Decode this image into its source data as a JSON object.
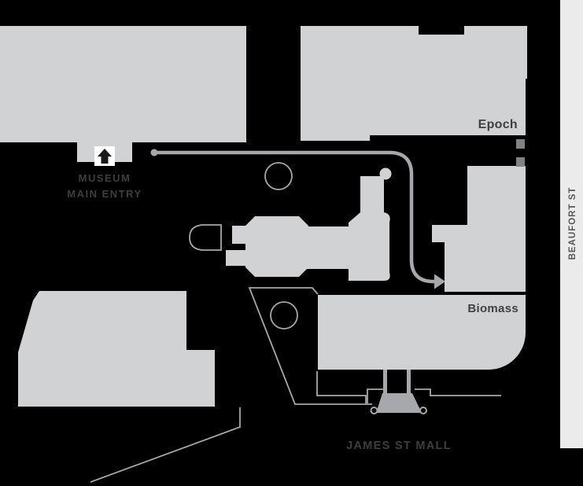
{
  "map": {
    "description": "Museum precinct wayfinding map",
    "labels": {
      "museum_line1": "MUSEUM",
      "museum_line2": "MAIN ENTRY",
      "epoch": "Epoch",
      "biomass": "Biomass",
      "beaufort_st": "BEAUFORT ST",
      "james_st_mall": "JAMES ST MALL"
    },
    "colors": {
      "background": "#000000",
      "building": "#d0d2d3",
      "street_strip": "#ebebec",
      "route": "#a6a8ab",
      "outline": "#a6a8ab",
      "structure": "#a6a8ab",
      "door_marker": "#808285",
      "label_on_building": "#414042",
      "label_on_black": "#3d3e40",
      "street_label": "#58595b",
      "entry_box": "#ffffff",
      "entry_arrow": "#1a1a1a"
    }
  }
}
